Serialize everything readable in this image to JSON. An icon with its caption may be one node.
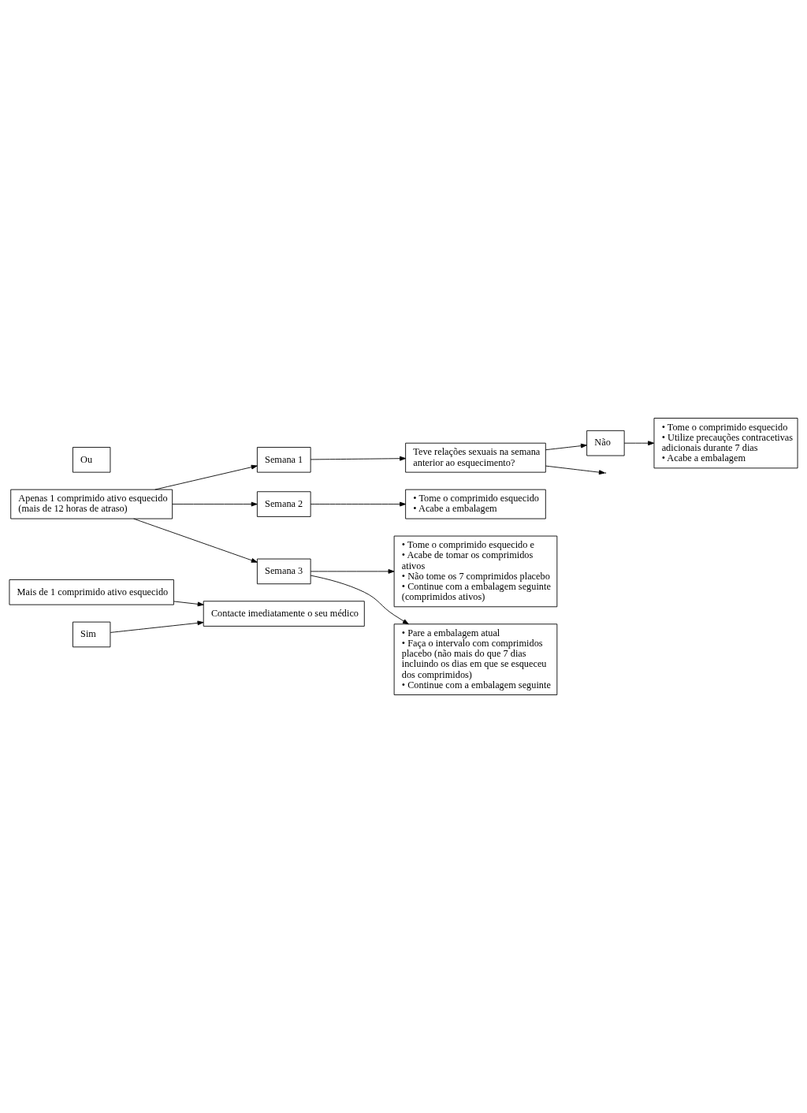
{
  "diagram": {
    "nodes": [
      {
        "text": [
          "Mais de 1 comprimido ativo esquecido"
        ]
      },
      {
        "text": [
          "Contacte imediatamente o seu médico"
        ]
      },
      {
        "text": [
          "Sim"
        ]
      },
      {
        "text": [
          "Semana 1"
        ]
      },
      {
        "text": [
          "Teve relações sexuais na semana anterior ao esquecimento?"
        ]
      },
      {
        "text": [
          "Não"
        ]
      },
      {
        "text": [
          "• Tome o comprimido esquecido",
          "• Utilize precauções contracetivas adicionais durante 7 dias",
          "• Acabe a embalagem"
        ]
      },
      {
        "text": [
          "Apenas 1 comprimido ativo esquecido (mais de 12 horas de atraso)"
        ]
      },
      {
        "text": [
          "Semana 2"
        ]
      },
      {
        "text": [
          "• Tome o comprimido esquecido",
          "• Acabe a embalagem"
        ]
      },
      {
        "text": [
          "• Tome o comprimido esquecido e",
          "• Acabe de tomar os comprimidos ativos",
          "• Não tome os 7 comprimidos placebo",
          "• Continue com a embalagem seguinte (comprimidos ativos)"
        ]
      },
      {
        "text": [
          "Semana 3"
        ]
      },
      {
        "text": [
          "Ou"
        ]
      },
      {
        "text": [
          "• Pare a embalagem atual",
          "• Faça o intervalo com comprimidos placebo (não mais do que 7 dias incluindo os dias em que se esqueceu dos comprimidos)",
          "• Continue com a embalagem seguinte"
        ]
      }
    ],
    "edges": [
      {
        "from": 0,
        "to": 1,
        "arrow": "to"
      },
      {
        "from": 2,
        "to": 1,
        "arrow": "to"
      },
      {
        "from": 4,
        "to": null,
        "arrow": "to"
      },
      {
        "from": 3,
        "to": 4,
        "arrow": "to"
      },
      {
        "from": 4,
        "to": 5,
        "arrow": "to"
      },
      {
        "from": 5,
        "to": 6,
        "arrow": "to"
      },
      {
        "from": 7,
        "to": 3,
        "arrow": "to"
      },
      {
        "from": 7,
        "to": 8,
        "arrow": "to"
      },
      {
        "from": 7,
        "to": 11,
        "arrow": "to"
      },
      {
        "from": 8,
        "to": 9,
        "arrow": "to"
      },
      {
        "from": 11,
        "to": 10,
        "arrow": "to"
      },
      {
        "from": 11,
        "to": 13,
        "arrow": "to"
      }
    ]
  }
}
